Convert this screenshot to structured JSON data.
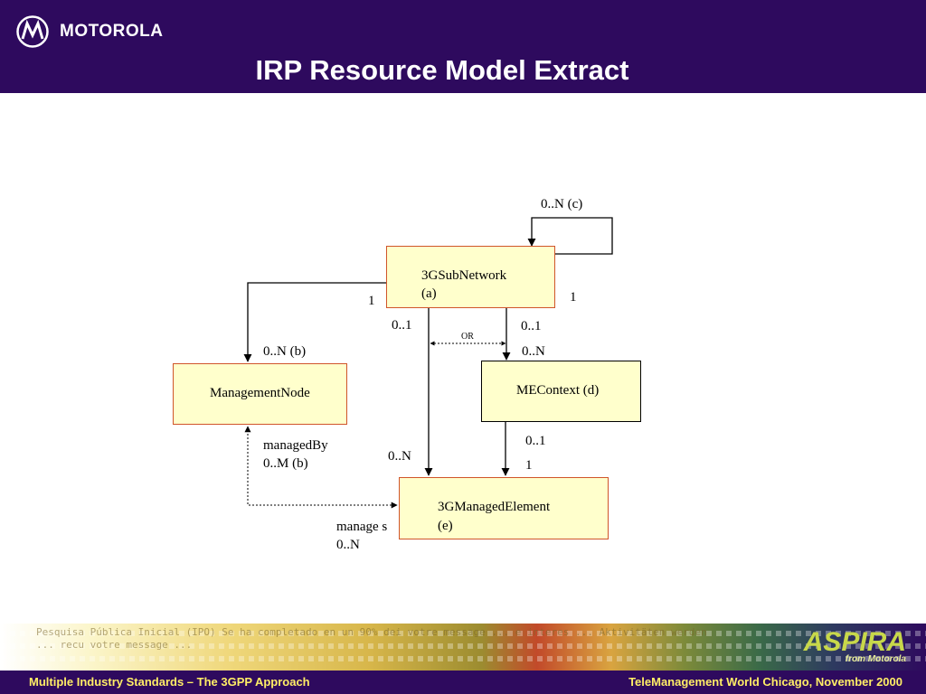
{
  "header": {
    "brand": "MOTOROLA",
    "title": "IRP Resource Model Extract"
  },
  "diagram": {
    "nodes": {
      "subnetwork": {
        "line1": "3GSubNetwork",
        "line2": "(a)"
      },
      "management_node": {
        "label": "ManagementNode"
      },
      "mecontext": {
        "label": "MEContext (d)"
      },
      "managed_element": {
        "line1": "3GManagedElement",
        "line2": "(e)"
      }
    },
    "labels": {
      "self_loop": "0..N (c)",
      "sub_left_one": "1",
      "sub_right_one": "1",
      "sub_to_me_01": "0..1",
      "sub_to_ctx_01": "0..1",
      "or_label": "OR",
      "ctx_0n": "0..N",
      "mgmt_0n": "0..N (b)",
      "managed_by": "managedBy 0..M (b)",
      "me_0n": "0..N",
      "ctx_me_01": "0..1",
      "ctx_me_1": "1",
      "manages": "manage s 0..N"
    }
  },
  "banner": {
    "brand": "ASPIRA",
    "sub": "from Motorola",
    "scroll_text": "Pesquisa Pública Inicial (IPO) Se ha completado en un 90% dei votre message ... e interes ... Aktivitäten werden ... recu votre message ..."
  },
  "footer": {
    "left": "Multiple Industry Standards – The 3GPP Approach",
    "right": "TeleManagement World Chicago, November 2000"
  },
  "colors": {
    "header_bg": "#2e0a5e",
    "box_fill": "#ffffcc",
    "box_border": "#d0552a",
    "footer_text": "#ffee66"
  }
}
